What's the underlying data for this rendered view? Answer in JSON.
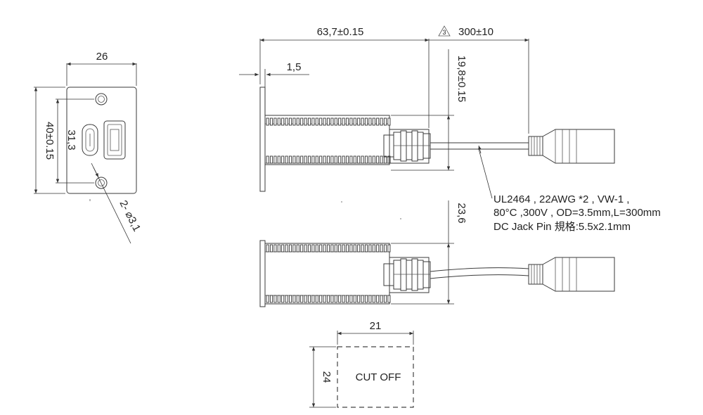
{
  "front_view": {
    "width_dim": "26",
    "height_dim": "40±0.15",
    "hole_spacing_dim": "31,3",
    "hole_dim": "2- ⌀3,1"
  },
  "side_view": {
    "length_dim": "63,7±0.15",
    "flange_dim": "1,5",
    "cable_length_dim": "300±10",
    "cable_note_marker": "3",
    "height_dim": "19,8±0.15"
  },
  "top_view": {
    "height_dim": "23,6"
  },
  "cable_spec": {
    "line1": "UL2464 , 22AWG *2 , VW-1 ,",
    "line2": "80°C ,300V , OD=3.5mm,L=300mm",
    "line3": "DC Jack Pin 規格:5.5x2.1mm"
  },
  "cutout": {
    "width_dim": "21",
    "height_dim": "24",
    "label": "CUT OFF"
  }
}
